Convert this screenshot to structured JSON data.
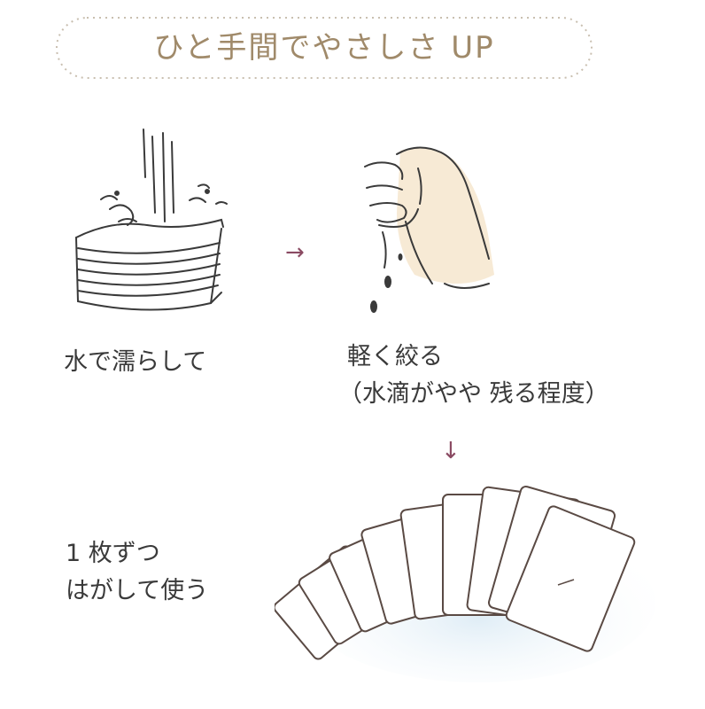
{
  "header": {
    "title": "ひと手間でやさしさ UP"
  },
  "steps": [
    {
      "label_line1": "水で濡らして"
    },
    {
      "label_line1": "軽く絞る",
      "label_line2": "（水滴がやや 残る程度）"
    },
    {
      "label_line1": "1 枚ずつ",
      "label_line2": "はがして使う"
    }
  ],
  "arrows": {
    "right": "→",
    "down": "↓"
  },
  "icons": {
    "step1": "wet-wipes-stack-icon",
    "step2": "squeezing-hand-icon",
    "step3": "fanned-sheets-icon"
  },
  "colors": {
    "title": "#a08a6a",
    "arrow": "#8a4a62",
    "text": "#3a3a3a",
    "line": "#3a3a3a",
    "hand_fill": "#f7ead5"
  }
}
